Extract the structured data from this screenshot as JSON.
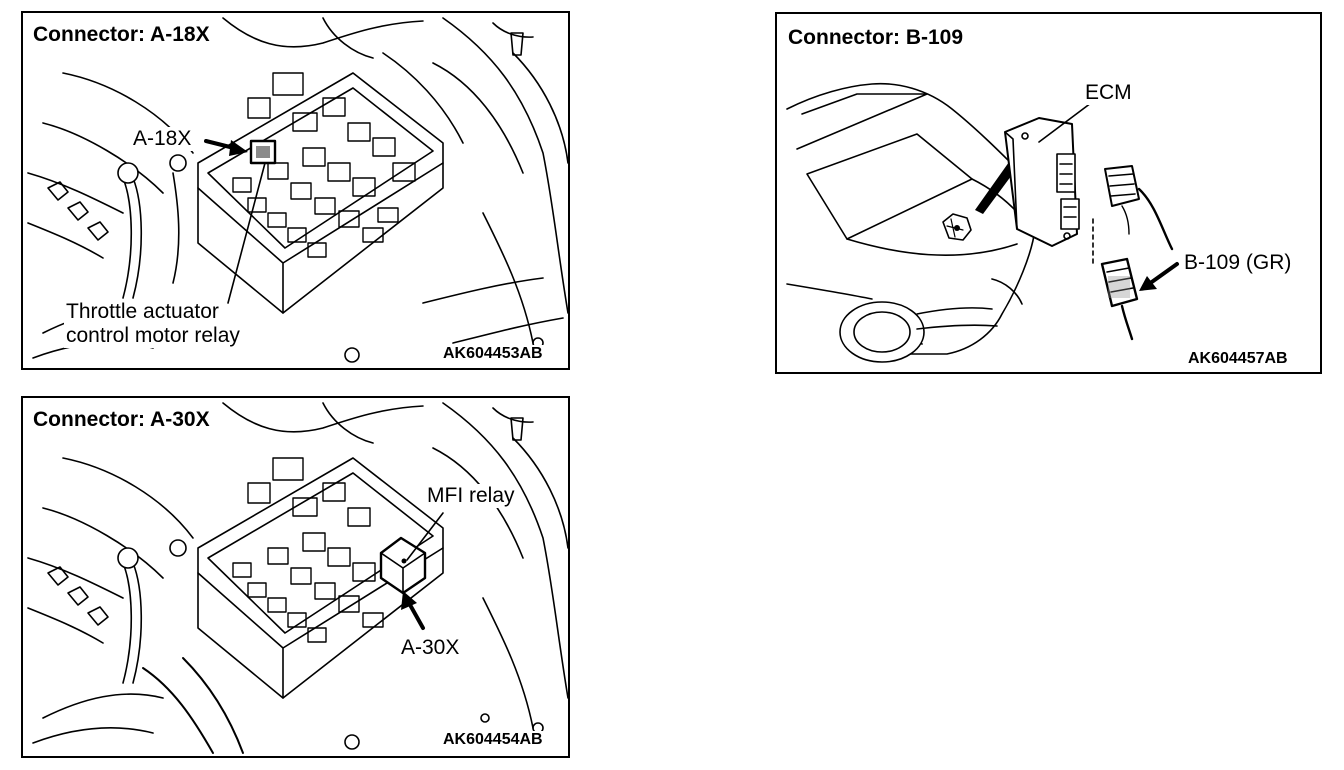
{
  "panels": {
    "a18": {
      "title": "Connector: A-18X",
      "code": "AK604453AB",
      "callout": "A-18X",
      "relay_line1": "Throttle actuator",
      "relay_line2": "control motor relay"
    },
    "a30": {
      "title": "Connector: A-30X",
      "code": "AK604454AB",
      "relay": "MFI relay",
      "callout": "A-30X"
    },
    "b109": {
      "title": "Connector: B-109",
      "code": "AK604457AB",
      "ecm": "ECM",
      "callout": "B-109 (GR)"
    }
  },
  "colors": {
    "ink": "#000000",
    "paper": "#ffffff",
    "shade": "#8a8a8a"
  }
}
